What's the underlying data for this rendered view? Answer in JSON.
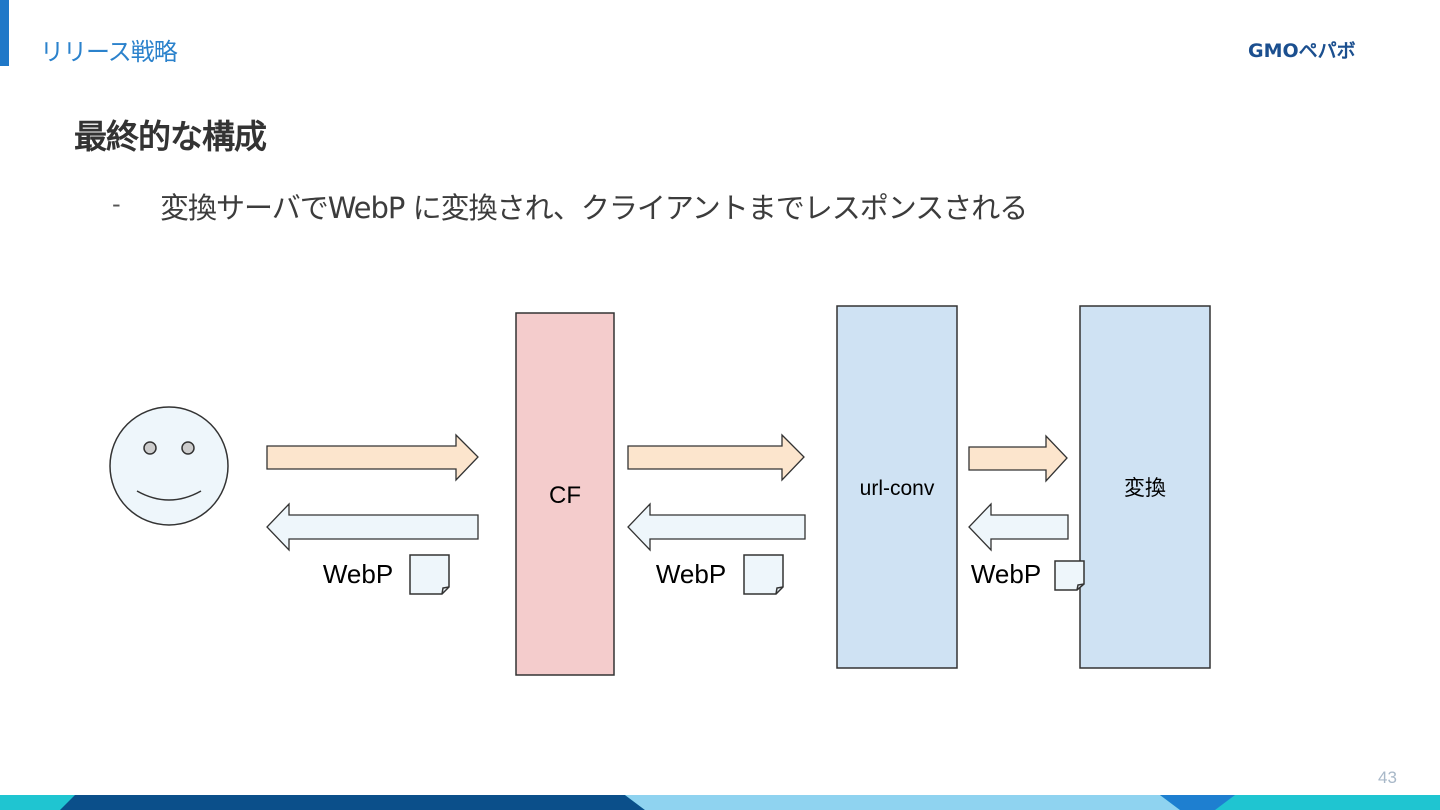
{
  "header": {
    "section_label": "リリース戦略",
    "logo_text": "GMOペパボ"
  },
  "slide": {
    "title": "最終的な構成",
    "bullet_dash": "-",
    "bullet_text": "変換サーバでWebP に変換され、クライアントまでレスポンスされる",
    "page_number": "43"
  },
  "diagram": {
    "nodes": {
      "cf": "CF",
      "url_conv": "url-conv",
      "converter": "変換"
    },
    "labels": {
      "webp_client": "WebP",
      "webp_cf": "WebP",
      "webp_urlconv": "WebP"
    }
  },
  "colors": {
    "accent": "#1f78c8",
    "cf_fill": "#f4cccc",
    "server_fill": "#cfe2f3",
    "request_arrow": "#fce5cd",
    "response_arrow": "#eef6fb",
    "face_fill": "#eef6fb",
    "footer_dark": "#0b4f8a",
    "footer_teal": "#1fc5d1",
    "footer_light": "#8fd3f0"
  }
}
